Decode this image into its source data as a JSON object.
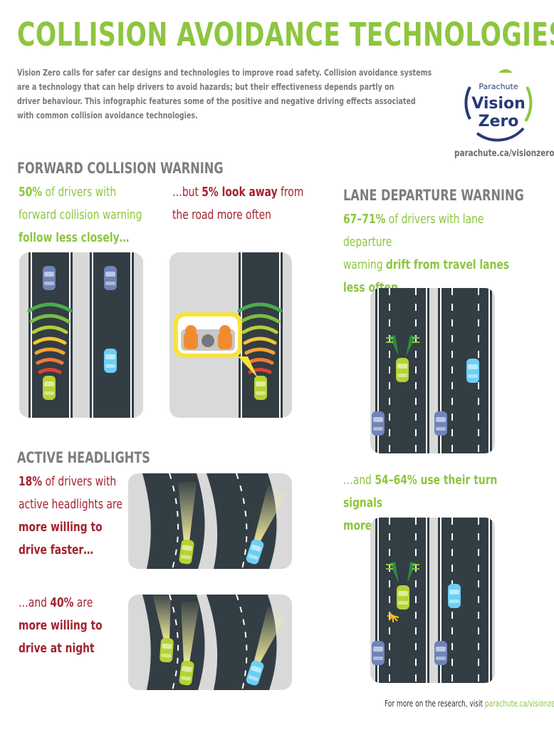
{
  "title": "COLLISION AVOIDANCE TECHNOLOGIES",
  "intro_lines": [
    "Vision Zero calls for safer car designs and technologies to improve road safety. Collision avoidance systems",
    "are a technology that can help drivers to avoid hazards; but their effectiveness depends partly on",
    "driver behaviour. This infographic features some of the positive and negative driving effects associated",
    "with common collision avoidance technologies."
  ],
  "logo": {
    "brand": "Parachute",
    "line1": "Vision",
    "line2": "Zero",
    "url": "parachute.ca/visionzero"
  },
  "fcw": {
    "heading": "FORWARD COLLISION WARNING",
    "stat1": {
      "value": "50%",
      "line1_rest": " of drivers with",
      "line2": "forward collision warning",
      "bold": "follow less closely…"
    },
    "stat2": {
      "pre": "…but ",
      "value": "5% look away",
      "rest": " from",
      "line2": "the road more often"
    }
  },
  "ldw": {
    "heading": "LANE DEPARTURE WARNING",
    "stat1": {
      "value": "67–71%",
      "line1_rest": " of drivers with lane departure",
      "line2_pre": "warning ",
      "bold1": "drift from travel lanes",
      "bold2": "less often…"
    },
    "stat2": {
      "pre": "…and ",
      "bold1": "54–64% use their turn signals",
      "bold2": "more often"
    }
  },
  "ah": {
    "heading": "ACTIVE HEADLIGHTS",
    "stat1": {
      "value": "18%",
      "line1_rest": " of drivers with",
      "line2": "active headlights are",
      "bold1": "more willing to",
      "bold2": "drive faster…"
    },
    "stat2": {
      "pre": "…and ",
      "value": "40%",
      "rest": " are",
      "bold1": "more willing to",
      "bold2": "drive at night"
    }
  },
  "footer": {
    "text": "For more on the research, visit ",
    "link": "parachute.ca/visionzero"
  },
  "colors": {
    "green": "#8dc63f",
    "red": "#a3232f",
    "gray": "#7d7d7d",
    "road": "#333d44",
    "navy": "#263a7a"
  }
}
